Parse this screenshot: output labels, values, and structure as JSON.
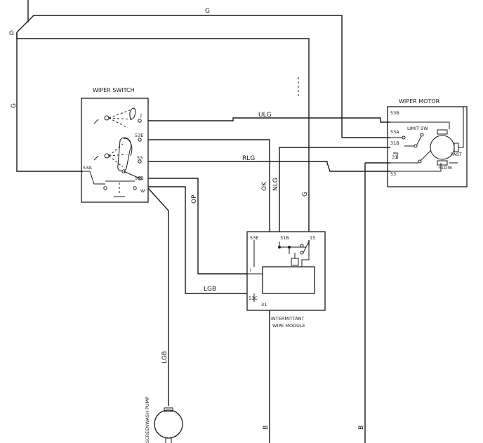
{
  "components": {
    "wiper_switch": {
      "title": "WIPER SWITCH",
      "terminals": {
        "j": "J",
        "t53e": "53E",
        "t53": "53",
        "t53a": "53A",
        "t53b": "53B",
        "w": "W"
      }
    },
    "wiper_motor": {
      "title": "WIPER MOTOR",
      "terminals": {
        "t53b": "53B",
        "t53a": "53A",
        "t31b": "31B",
        "t31": "31",
        "t53": "53"
      },
      "limit_switch": "LIMIT SW",
      "fast": "FAST",
      "slow": "SLOW"
    },
    "intermittent_module": {
      "title_line1": "INTERMITTANT",
      "title_line2": "WIPE MODULE",
      "terminals": {
        "t53e": "53E",
        "t31b": "31B",
        "t15": "15",
        "i": "I",
        "t53c": "53C",
        "t31": "31"
      }
    },
    "washer_pump": {
      "title": "SCREENWASH PUMP"
    }
  },
  "wires": {
    "g_top": "G",
    "g_node": "G",
    "g_left": "G",
    "g_right": "G",
    "ulg": "ULG",
    "rlg": "RLG",
    "ok": "OK",
    "nlg": "NLG",
    "op": "OP",
    "lgb_mid": "LGB",
    "lgb_pump": "LGB",
    "b_module": "B",
    "b_motor": "B"
  }
}
